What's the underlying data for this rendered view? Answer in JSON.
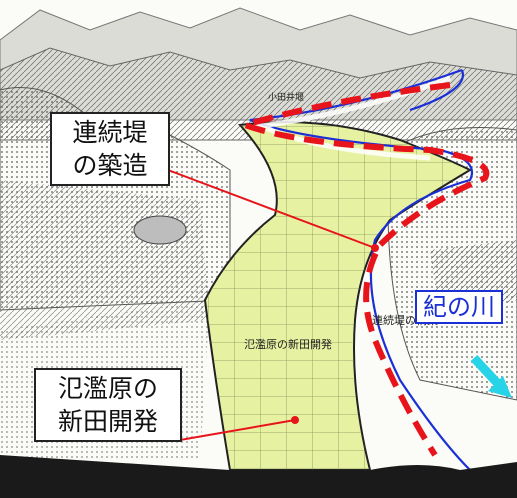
{
  "callouts": {
    "levee_line1": "連続堤",
    "levee_line2": "の築造",
    "floodplain_line1": "氾濫原の",
    "floodplain_line2": "新田開発"
  },
  "river_label": "紀の川",
  "map_labels": {
    "small_town": "小田井堰",
    "levee_note": "連続堤の構築",
    "field_note": "氾濫原の新田開発"
  },
  "colors": {
    "dashed_levee": "#e8141b",
    "river_outline": "#1b2fd6",
    "highlight_fill": "#e6f2a2",
    "flow_arrow": "#27d3e6",
    "pointer_line": "#e8141b"
  }
}
